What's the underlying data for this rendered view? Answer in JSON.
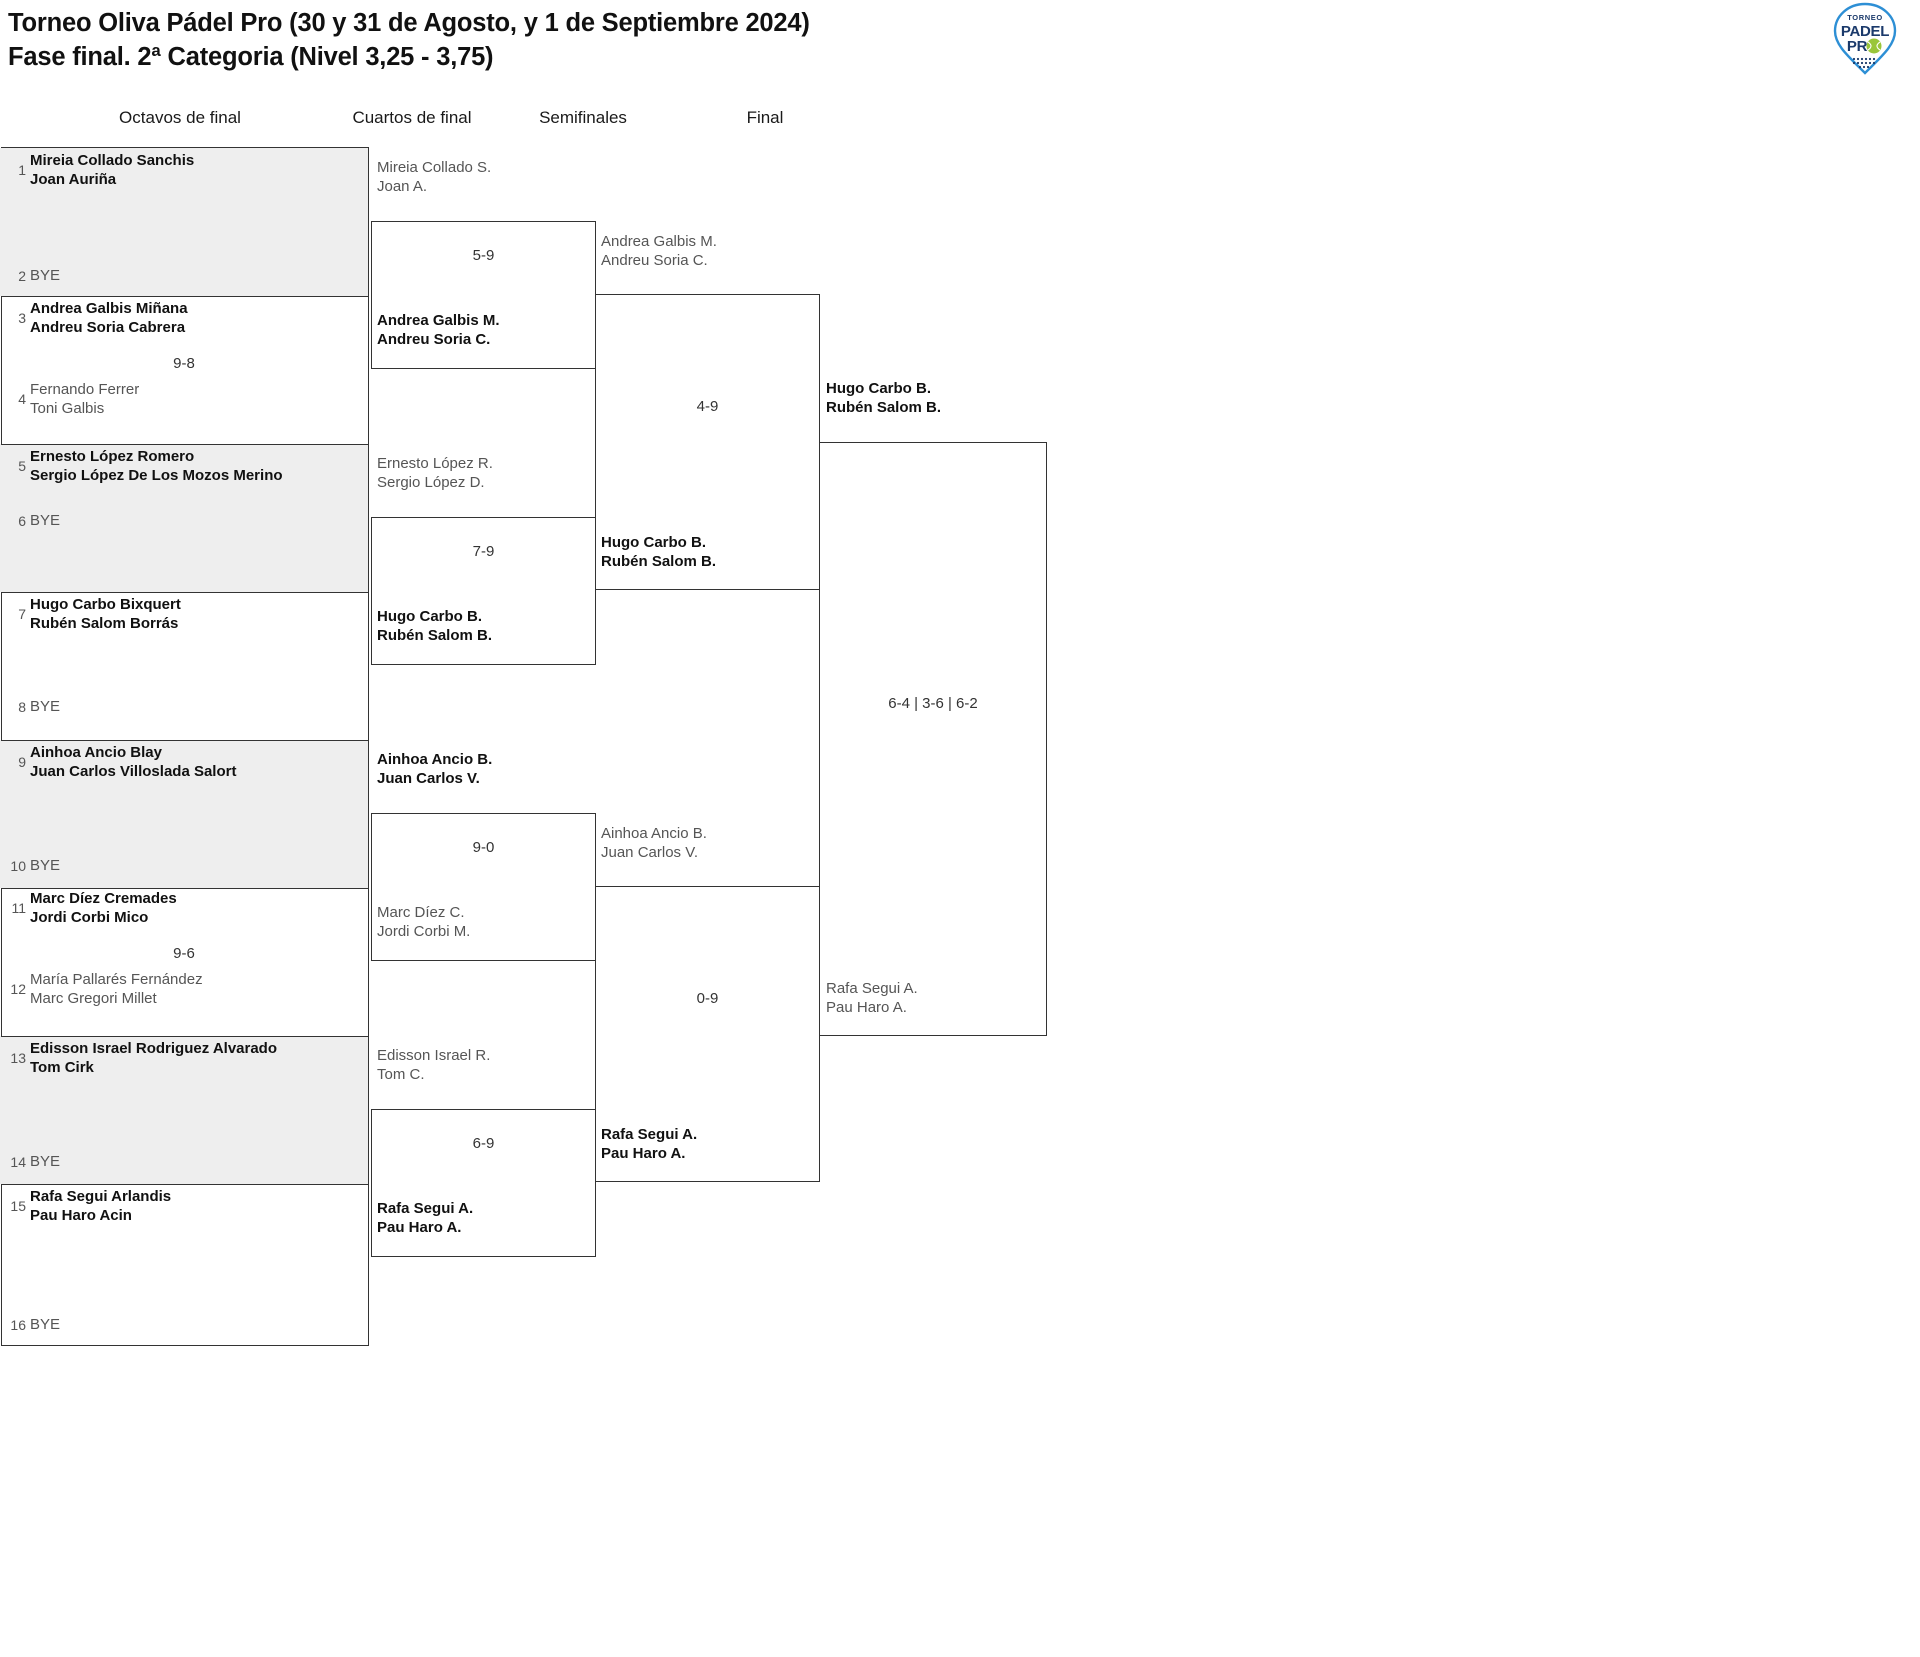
{
  "header": {
    "title_line1": "Torneo Oliva Pádel Pro (30 y 31 de Agosto, y 1 de Septiembre 2024)",
    "title_line2": "Fase final. 2ª Categoria (Nivel 3,25 - 3,75)",
    "logo": {
      "top_text": "TORNEO",
      "mid_text": "PADEL",
      "bot_text": "PR",
      "icon": "padel-racket-logo"
    }
  },
  "rounds": [
    {
      "id": "r16",
      "label": "Octavos de final"
    },
    {
      "id": "qf",
      "label": "Cuartos de final"
    },
    {
      "id": "sf",
      "label": "Semifinales"
    },
    {
      "id": "final",
      "label": "Final"
    }
  ],
  "round_of_16": {
    "entries": [
      {
        "seed": "1",
        "line1": "Mireia Collado Sanchis",
        "line2": "Joan Auriña",
        "state": "win",
        "bye": false
      },
      {
        "seed": "2",
        "line1": "BYE",
        "line2": "",
        "state": "lose",
        "bye": true
      },
      {
        "seed": "3",
        "line1": "Andrea Galbis Miñana",
        "line2": "Andreu Soria Cabrera",
        "state": "win",
        "bye": false
      },
      {
        "seed": "4",
        "line1": "Fernando Ferrer",
        "line2": "Toni Galbis",
        "state": "lose",
        "bye": false
      },
      {
        "seed": "5",
        "line1": "Ernesto López Romero",
        "line2": "Sergio López De Los Mozos Merino",
        "state": "win",
        "bye": false
      },
      {
        "seed": "6",
        "line1": "BYE",
        "line2": "",
        "state": "lose",
        "bye": true
      },
      {
        "seed": "7",
        "line1": "Hugo Carbo Bixquert",
        "line2": "Rubén Salom Borrás",
        "state": "win",
        "bye": false
      },
      {
        "seed": "8",
        "line1": "BYE",
        "line2": "",
        "state": "lose",
        "bye": true
      },
      {
        "seed": "9",
        "line1": "Ainhoa Ancio Blay",
        "line2": "Juan Carlos Villoslada Salort",
        "state": "win",
        "bye": false
      },
      {
        "seed": "10",
        "line1": "BYE",
        "line2": "",
        "state": "lose",
        "bye": true
      },
      {
        "seed": "11",
        "line1": "Marc Díez Cremades",
        "line2": "Jordi Corbi Mico",
        "state": "win",
        "bye": false
      },
      {
        "seed": "12",
        "line1": "María Pallarés Fernández",
        "line2": "Marc Gregori Millet",
        "state": "lose",
        "bye": false
      },
      {
        "seed": "13",
        "line1": "Edisson Israel Rodriguez Alvarado",
        "line2": "Tom Cirk",
        "state": "win",
        "bye": false
      },
      {
        "seed": "14",
        "line1": "BYE",
        "line2": "",
        "state": "lose",
        "bye": true
      },
      {
        "seed": "15",
        "line1": "Rafa Segui Arlandis",
        "line2": "Pau Haro Acin",
        "state": "win",
        "bye": false
      },
      {
        "seed": "16",
        "line1": "BYE",
        "line2": "",
        "state": "lose",
        "bye": true
      }
    ],
    "scores": [
      "",
      "9-8",
      "",
      "",
      "",
      "9-6",
      "",
      ""
    ]
  },
  "quarterfinals": [
    {
      "score": "5-9",
      "top": {
        "line1": "Mireia Collado S.",
        "line2": "Joan A.",
        "state": "lose"
      },
      "bottom": {
        "line1": "Andrea Galbis M.",
        "line2": "Andreu Soria C.",
        "state": "win"
      }
    },
    {
      "score": "7-9",
      "top": {
        "line1": "Ernesto López R.",
        "line2": "Sergio López D.",
        "state": "lose"
      },
      "bottom": {
        "line1": "Hugo Carbo B.",
        "line2": "Rubén Salom B.",
        "state": "win"
      }
    },
    {
      "score": "9-0",
      "top": {
        "line1": "Ainhoa Ancio B.",
        "line2": "Juan Carlos V.",
        "state": "win"
      },
      "bottom": {
        "line1": "Marc Díez C.",
        "line2": "Jordi Corbi M.",
        "state": "lose"
      }
    },
    {
      "score": "6-9",
      "top": {
        "line1": "Edisson Israel R.",
        "line2": "Tom C.",
        "state": "lose"
      },
      "bottom": {
        "line1": "Rafa Segui A.",
        "line2": "Pau Haro A.",
        "state": "win"
      }
    }
  ],
  "semifinals": [
    {
      "score": "4-9",
      "top": {
        "line1": "Andrea Galbis M.",
        "line2": "Andreu Soria C.",
        "state": "lose"
      },
      "bottom": {
        "line1": "Hugo Carbo B.",
        "line2": "Rubén Salom B.",
        "state": "win"
      }
    },
    {
      "score": "0-9",
      "top": {
        "line1": "Ainhoa Ancio B.",
        "line2": "Juan Carlos V.",
        "state": "lose"
      },
      "bottom": {
        "line1": "Rafa Segui A.",
        "line2": "Pau Haro A.",
        "state": "win"
      }
    }
  ],
  "final": {
    "score": "6-4 | 3-6 | 6-2",
    "top": {
      "line1": "Hugo Carbo B.",
      "line2": "Rubén Salom B.",
      "state": "win"
    },
    "bottom": {
      "line1": "Rafa Segui A.",
      "line2": "Pau Haro A.",
      "state": "lose"
    }
  },
  "colors": {
    "line": "#333333",
    "band": "#eeeeee",
    "winner_text": "#111111",
    "loser_text": "#555555",
    "logo_navy": "#1b3a6b",
    "logo_blue": "#2d8fd5",
    "logo_green": "#9ac63b"
  }
}
